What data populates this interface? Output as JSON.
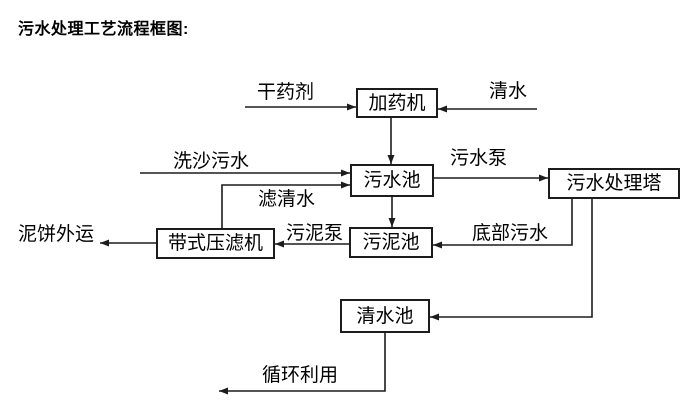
{
  "title": "污水处理工艺流程框图:",
  "nodes": {
    "dosing_machine": {
      "label": "加药机"
    },
    "sewage_pool": {
      "label": "污水池"
    },
    "treatment_tower": {
      "label": "污水处理塔"
    },
    "sludge_pool": {
      "label": "污泥池"
    },
    "belt_filter_press": {
      "label": "带式压滤机"
    },
    "clean_water_pool": {
      "label": "清水池"
    }
  },
  "flow_labels": {
    "dry_chemical": "干药剂",
    "clean_water_in": "清水",
    "sand_washing_sewage": "洗沙污水",
    "filtered_water": "滤清水",
    "sewage_pump": "污水泵",
    "sludge_pump": "污泥泵",
    "bottom_sewage": "底部污水",
    "mud_cake_outbound": "泥饼外运",
    "recycling": "循环利用"
  },
  "colors": {
    "line": "#1c1c1c",
    "text": "#000000",
    "background": "#ffffff"
  }
}
